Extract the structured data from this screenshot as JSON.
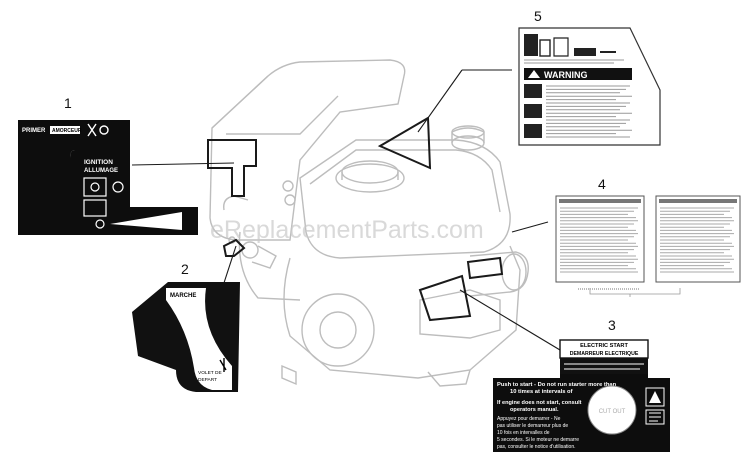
{
  "callouts": [
    "1",
    "2",
    "3",
    "4",
    "5"
  ],
  "watermark": "eReplacementParts.com",
  "decal1": {
    "primer": "PRIMER",
    "amorceur": "AMORCEUR",
    "ignition": "IGNITION",
    "allumage": "ALLUMAGE"
  },
  "decal2": {
    "marche": "MARCHE",
    "volet1": "VOLET DE",
    "volet2": "DEPART"
  },
  "decal3": {
    "title1": "ELECTRIC START",
    "title2": "DEMARREUR ELECTRIQUE",
    "line1": "Push to start - Do not run starter more than",
    "line2": "10 times at intervals of",
    "line3": "If engine does not start, consult",
    "line4": "operators manual.",
    "fr1": "Appuyez pour demarrer - Ne",
    "fr2": "pas utiliser le demarreur plus de",
    "fr3": "10 fois en intervalles de",
    "fr4": "5 secondes. Si le moteur ne demarre",
    "fr5": "pas, consulter le notice d'utilisation.",
    "cutout": "CUT OUT"
  },
  "decal5": {
    "warning": "WARNING"
  }
}
